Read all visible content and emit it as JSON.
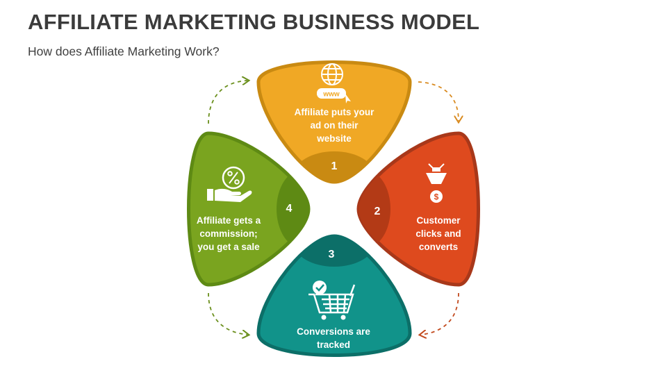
{
  "title": "AFFILIATE MARKETING BUSINESS MODEL",
  "subtitle": "How does Affiliate Marketing Work?",
  "steps": [
    {
      "number": "1",
      "text": "Affiliate puts your ad on their website",
      "color": "#f0a825",
      "icon": "www-globe-icon"
    },
    {
      "number": "2",
      "text": "Customer clicks and converts",
      "color": "#de4a1e",
      "icon": "funnel-dollar-icon"
    },
    {
      "number": "3",
      "text": "Conversions are tracked",
      "color": "#11938a",
      "icon": "shopping-cart-check-icon"
    },
    {
      "number": "4",
      "text": "Affiliate gets a commission; you get a sale",
      "color": "#7aa41f",
      "icon": "hand-percent-icon"
    }
  ],
  "www_label": "www"
}
